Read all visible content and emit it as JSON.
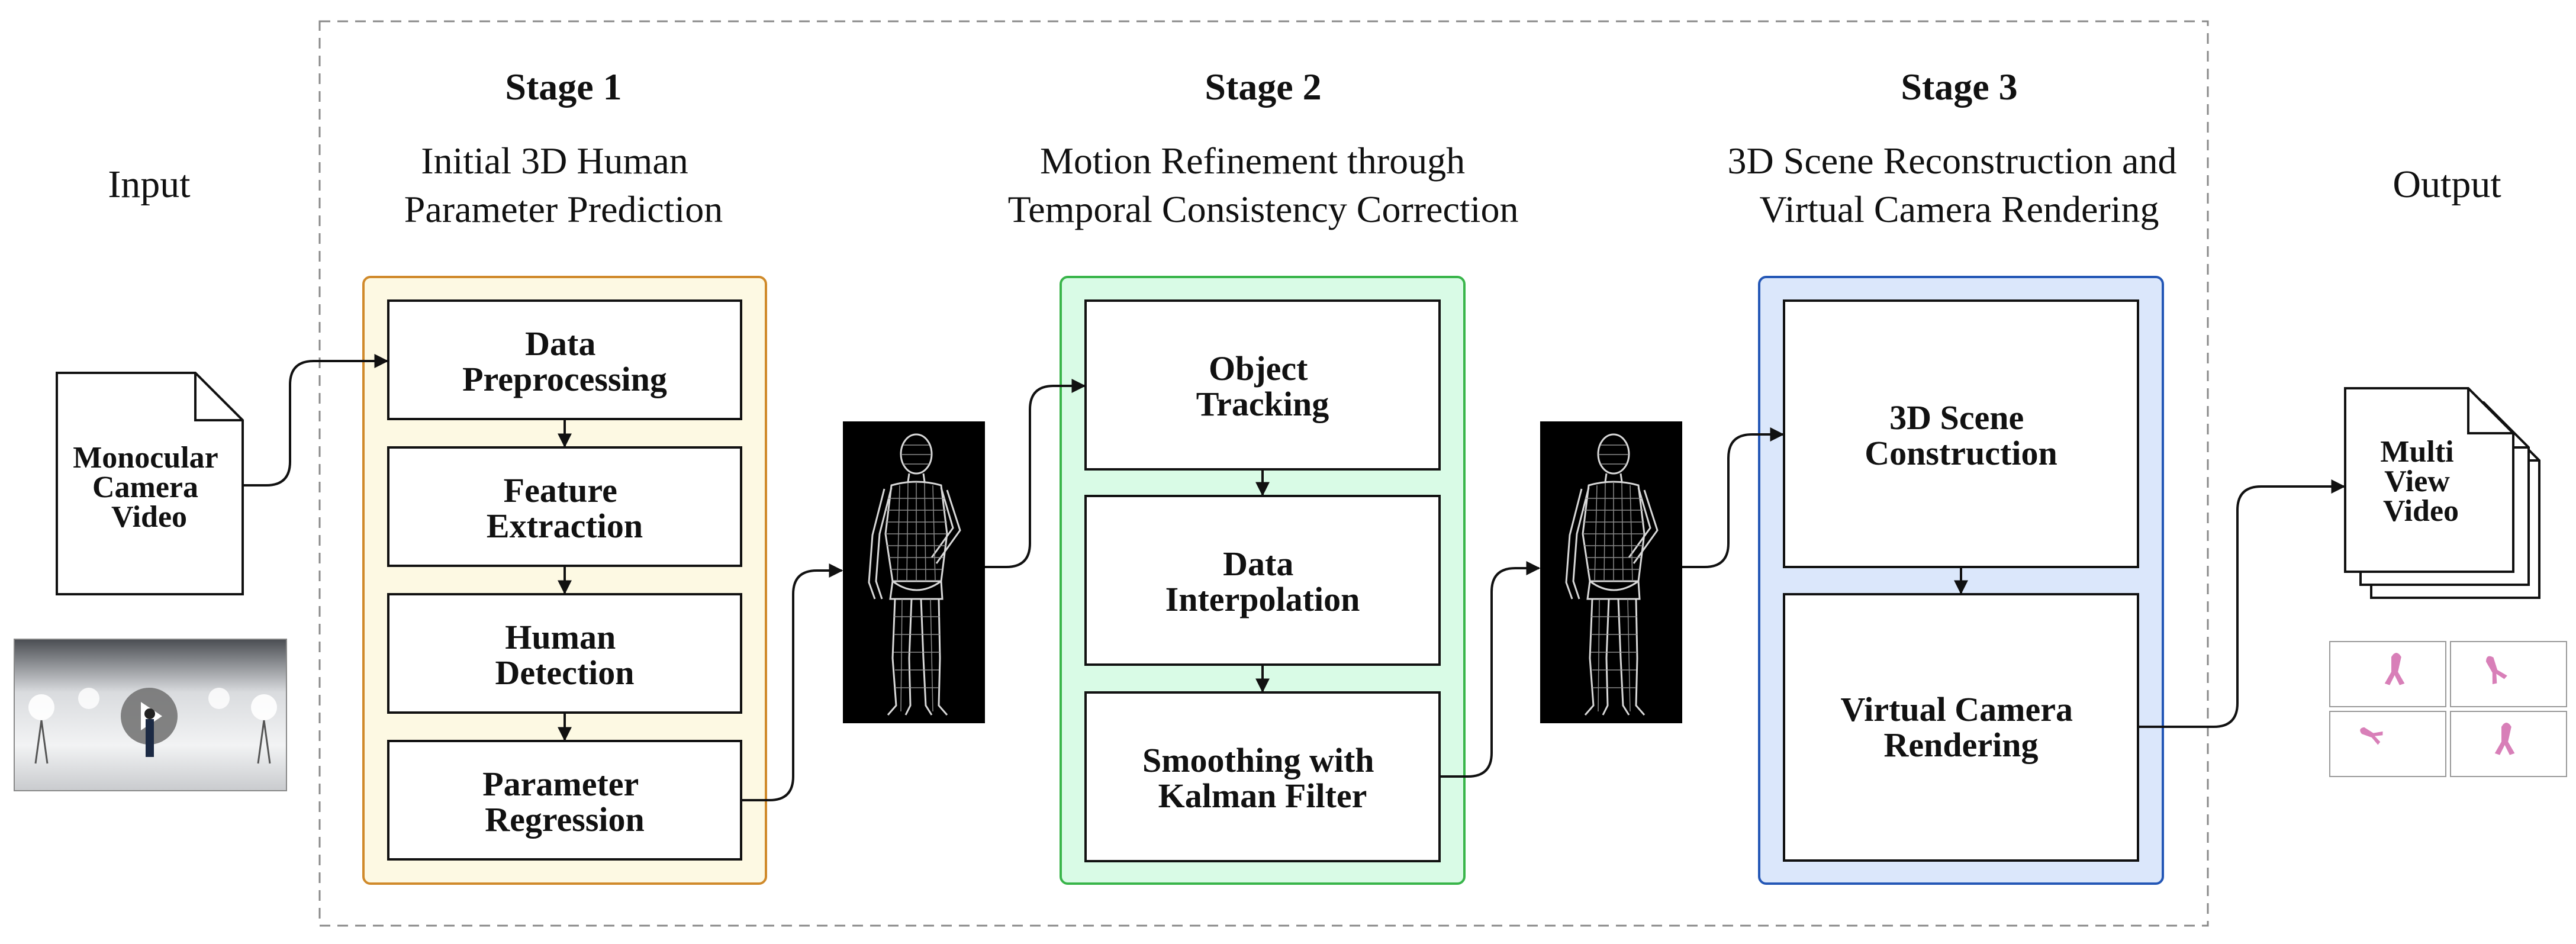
{
  "colors": {
    "stage1_fill": "#fdf9e3",
    "stage1_border": "#d08a2b",
    "stage2_fill": "#d9fbe6",
    "stage2_border": "#39b54a",
    "stage3_fill": "#dbe7fb",
    "stage3_border": "#2457b6",
    "outline": "#111111",
    "dashed_frame": "#8a8a8a"
  },
  "input": {
    "title": "Input",
    "doc_label": [
      "Monocular",
      "Camera",
      "Video"
    ],
    "thumbnail_icon": "play-button-icon"
  },
  "output": {
    "title": "Output",
    "doc_label": [
      "Multi",
      "View",
      "Video"
    ],
    "thumbnail_icon": "multi-view-grid-icon"
  },
  "stages": [
    {
      "title": "Stage 1",
      "subtitle": [
        "Initial 3D Human",
        "Parameter Prediction"
      ],
      "steps": [
        [
          "Data",
          "Preprocessing"
        ],
        [
          "Feature",
          "Extraction"
        ],
        [
          "Human",
          "Detection"
        ],
        [
          "Parameter",
          "Regression"
        ]
      ]
    },
    {
      "title": "Stage 2",
      "subtitle": [
        "Motion Refinement through",
        "Temporal Consistency Correction"
      ],
      "steps": [
        [
          "Object",
          "Tracking"
        ],
        [
          "Data",
          "Interpolation"
        ],
        [
          "Smoothing with",
          "Kalman Filter"
        ]
      ]
    },
    {
      "title": "Stage 3",
      "subtitle": [
        "3D Scene Reconstruction and",
        "Virtual Camera Rendering"
      ],
      "steps": [
        [
          "3D Scene",
          "Construction"
        ],
        [
          "Virtual Camera",
          "Rendering"
        ]
      ]
    }
  ],
  "mesh_icons": [
    "human-mesh-icon",
    "human-mesh-icon"
  ]
}
